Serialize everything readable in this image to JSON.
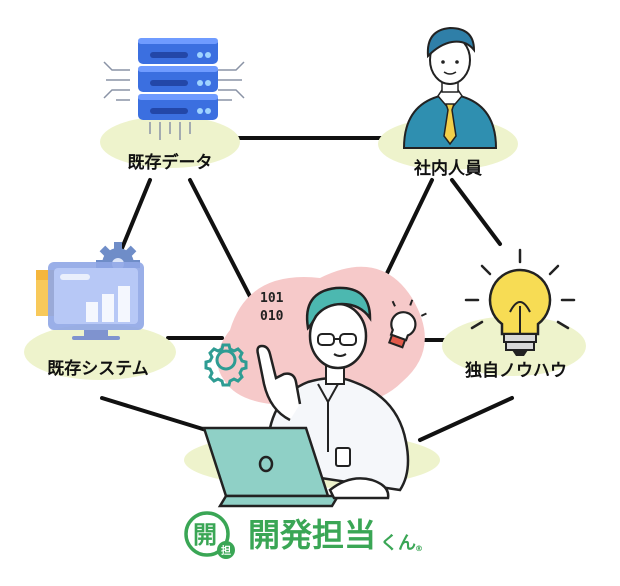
{
  "nodes": {
    "existing_data": "既存データ",
    "staff": "社内人員",
    "existing_systems": "既存システム",
    "know_how": "独自ノウハウ"
  },
  "center": {
    "binary_line1": "101",
    "binary_line2": "010"
  },
  "brand": {
    "logo_char": "開",
    "logo_sub": "担",
    "name": "開発担当",
    "suffix": "くん",
    "mark": "®"
  },
  "colors": {
    "brand_green": "#3aa655",
    "line": "#111111",
    "pad": "#eef3cc",
    "blob": "#f6c9c9",
    "teal": "#4cb8b0"
  }
}
